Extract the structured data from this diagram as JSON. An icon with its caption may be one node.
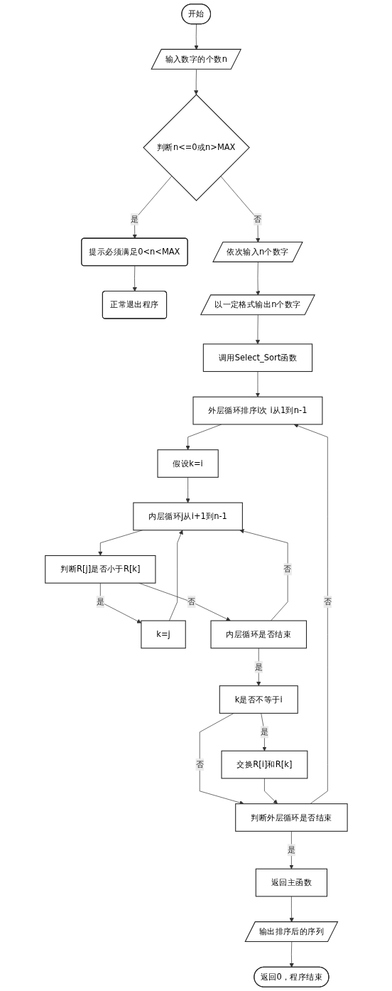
{
  "diagram": {
    "nodes": [
      {
        "text": [
          "开始"
        ]
      },
      {
        "text": [
          "输入数字的个数n"
        ]
      },
      {
        "text": [
          "判断n<=0或n>MAX"
        ]
      },
      {
        "text": [
          "提示必须满足0<n<MAX"
        ]
      },
      {
        "text": [
          "正常退出程序"
        ]
      },
      {
        "text": [
          "依次输入n个数字"
        ]
      },
      {
        "text": [
          "以一定格式输出n个数字"
        ]
      },
      {
        "text": [
          "调用Select_Sort函数"
        ]
      },
      {
        "text": [
          "外层循环排序i次 i从1到n-1"
        ]
      },
      {
        "text": [
          "假设k=i"
        ]
      },
      {
        "text": [
          "内层循环j从i+1到n-1"
        ]
      },
      {
        "text": [
          "判断R[j]是否小于R[k]"
        ]
      },
      {
        "text": [
          "k=j"
        ]
      },
      {
        "text": [
          "内层循环是否结束"
        ]
      },
      {
        "text": [
          "k是否不等于i"
        ]
      },
      {
        "text": [
          "交换R[i]和R[k]"
        ]
      },
      {
        "text": [
          "判断外层循环是否结束"
        ]
      },
      {
        "text": [
          "返回主函数"
        ]
      },
      {
        "text": [
          "输出排序后的序列"
        ]
      },
      {
        "text": [
          "返回0，程序结束"
        ]
      }
    ],
    "edges": [
      {
        "from": 0,
        "to": 1,
        "arrow": "to"
      },
      {
        "from": 1,
        "to": 2,
        "arrow": "to"
      },
      {
        "from": 2,
        "to": 3,
        "arrow": "to",
        "label": "是"
      },
      {
        "from": 2,
        "to": 5,
        "arrow": "to",
        "label": "否"
      },
      {
        "from": 3,
        "to": 4,
        "arrow": "to"
      },
      {
        "from": 5,
        "to": 6,
        "arrow": "to"
      },
      {
        "from": 6,
        "to": 7,
        "arrow": "to"
      },
      {
        "from": 7,
        "to": 8,
        "arrow": "to"
      },
      {
        "from": 8,
        "to": 9,
        "arrow": "to"
      },
      {
        "from": 9,
        "to": 10,
        "arrow": "to"
      },
      {
        "from": 10,
        "to": 11,
        "arrow": "to"
      },
      {
        "from": 11,
        "to": 12,
        "arrow": "to",
        "label": "是"
      },
      {
        "from": 11,
        "to": 13,
        "arrow": "to",
        "label": "否"
      },
      {
        "from": 12,
        "to": 10,
        "arrow": "to"
      },
      {
        "from": 13,
        "to": 10,
        "arrow": "to",
        "label": "否"
      },
      {
        "from": 13,
        "to": 14,
        "arrow": "to",
        "label": "是"
      },
      {
        "from": 14,
        "to": 15,
        "arrow": "to",
        "label": "是"
      },
      {
        "from": 14,
        "to": 16,
        "arrow": "to",
        "label": "否"
      },
      {
        "from": 15,
        "to": 16,
        "arrow": "to"
      },
      {
        "from": 16,
        "to": 8,
        "arrow": "to",
        "label": "否"
      },
      {
        "from": 16,
        "to": 17,
        "arrow": "to",
        "label": "是"
      },
      {
        "from": 17,
        "to": 18,
        "arrow": "to"
      },
      {
        "from": 18,
        "to": 19,
        "arrow": "to"
      }
    ]
  }
}
